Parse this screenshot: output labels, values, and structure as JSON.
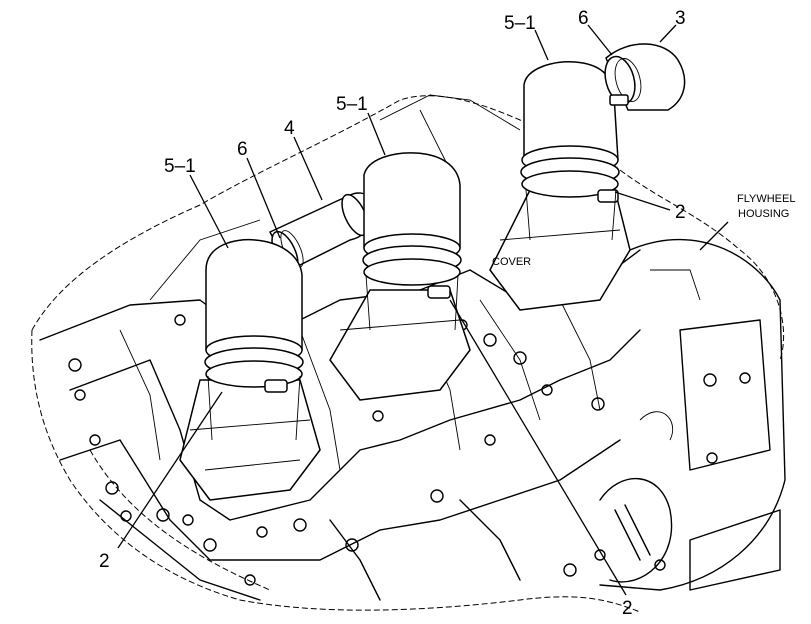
{
  "labels": {
    "elbow_left": "5–1",
    "clamp_left": "6",
    "tube": "4",
    "elbow_center": "5–1",
    "elbow_right": "5–1",
    "clamp_right": "6",
    "elbow_far": "3",
    "clamp_bolt_right": "2",
    "clamp_bolt_left": "2",
    "clamp_bolt_center": "2",
    "cover": "COVER",
    "flywheel_line1": "FLYWHEEL",
    "flywheel_line2": "HOUSING"
  }
}
